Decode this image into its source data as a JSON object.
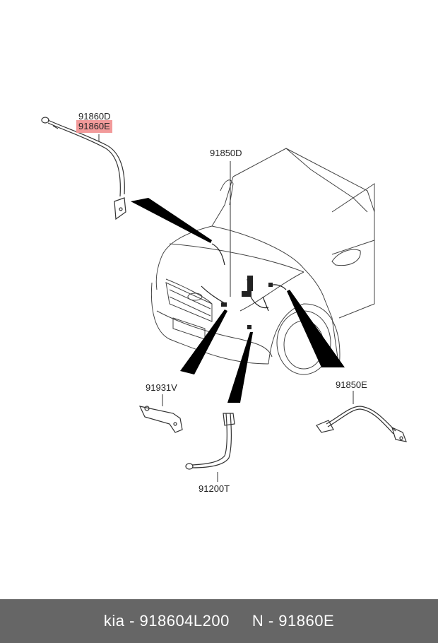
{
  "parts": {
    "p1": "91860D",
    "p2": "91860E",
    "p3": "91850D",
    "p4": "91931V",
    "p5": "91850E",
    "p6": "91200T"
  },
  "footer": {
    "brand_part": "kia - 918604L200",
    "note": "N - 91860E"
  },
  "colors": {
    "highlight": "#f29a9a",
    "footer_bg": "#666666",
    "line": "#333333"
  }
}
